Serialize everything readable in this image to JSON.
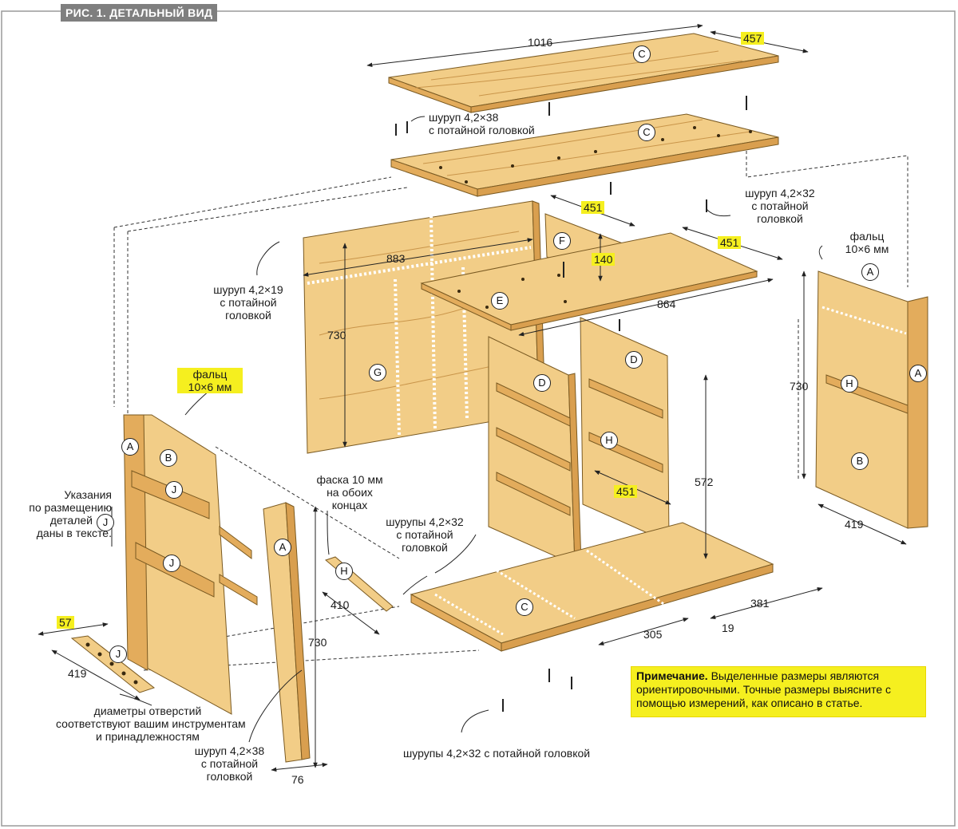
{
  "figure_title": "РИС. 1. ДЕТАЛЬНЫЙ ВИД",
  "parts": {
    "A": "A",
    "B": "B",
    "C": "C",
    "D": "D",
    "E": "E",
    "F": "F",
    "G": "G",
    "H": "H",
    "J": "J"
  },
  "dimensions": {
    "top_length": "1016",
    "top_depth": "457",
    "back_width": "883",
    "back_height": "730",
    "divider_width": "451",
    "divider_height": "140",
    "shelf_depth": "451",
    "shelf_length": "864",
    "side_height": "730",
    "side_width": "419",
    "partition_height": "572",
    "partition_depth": "451",
    "bottom_depth": "381",
    "bottom_offset": "305",
    "bottom_gap": "19",
    "rail_length": "410",
    "stile_height": "730",
    "stile_width": "76",
    "jstrip_width": "57",
    "jstrip_length": "419"
  },
  "labels": {
    "screw_top_1": "шуруп 4,2×38",
    "screw_top_2": "с потайной головкой",
    "screw_right_1": "шуруп 4,2×32",
    "screw_right_2": "с потайной",
    "screw_right_3": "головкой",
    "screw_back_1": "шуруп 4,2×19",
    "screw_back_2": "с потайной",
    "screw_back_3": "головкой",
    "rabbet_right_1": "фальц",
    "rabbet_right_2": "10×6 мм",
    "rabbet_left_1": "фальц",
    "rabbet_left_2": "10×6 мм",
    "placement_1": "Указания",
    "placement_2": "по размещению",
    "placement_3": "деталей",
    "placement_4": "даны в тексте.",
    "chamfer_1": "фаска 10 мм",
    "chamfer_2": "на обоих",
    "chamfer_3": "концах",
    "screws_mid_1": "шурупы 4,2×32",
    "screws_mid_2": "с потайной",
    "screws_mid_3": "головкой",
    "holes_1": "диаметры отверстий",
    "holes_2": "соответствуют вашим инструментам",
    "holes_3": "и принадлежностям",
    "screw_stile_1": "шуруп 4,2×38",
    "screw_stile_2": "с потайной",
    "screw_stile_3": "головкой",
    "screws_bottom": "шурупы 4,2×32 с потайной головкой"
  },
  "note": {
    "title": "Примечание.",
    "text": "Выделенные размеры являются ориентировочными. Точные размеры выясните с помощью измерений, как описано в статье."
  },
  "colors": {
    "wood_light": "#f3cf8a",
    "wood_mid": "#e7b565",
    "wood_edge": "#d9a251",
    "highlight": "#f5ef1f"
  }
}
